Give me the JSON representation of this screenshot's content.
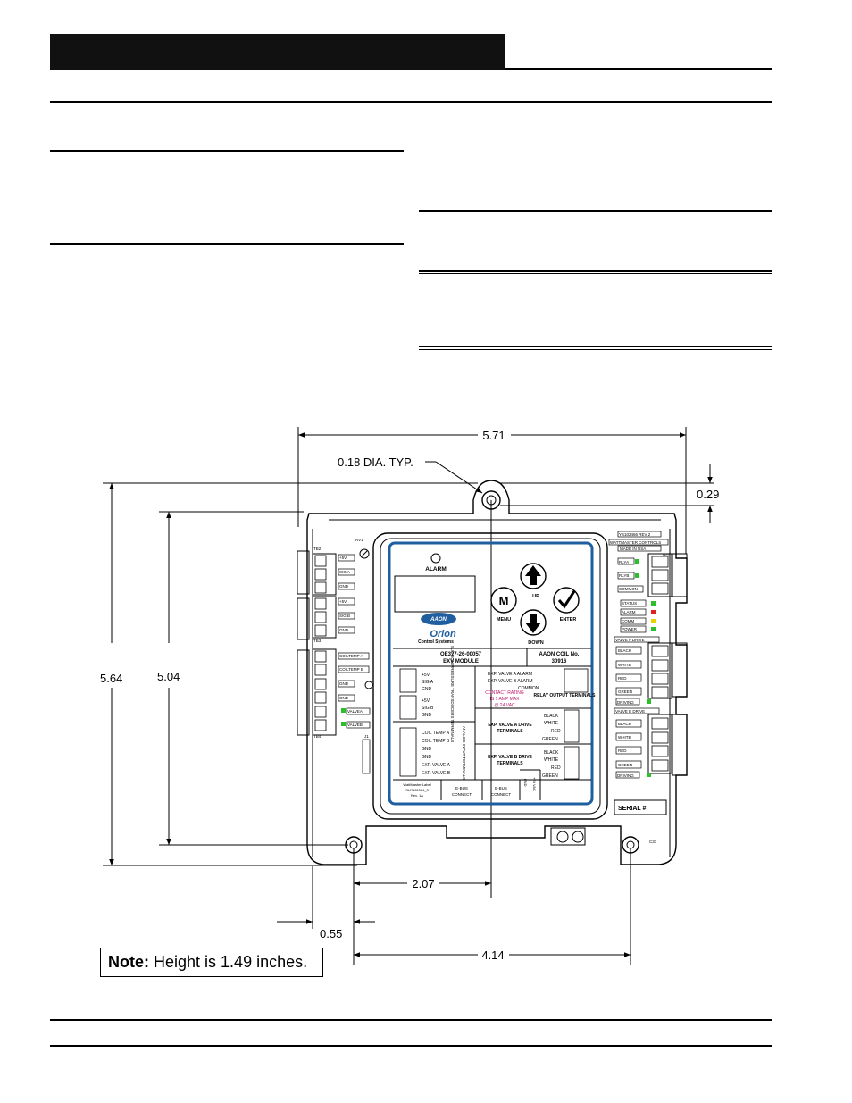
{
  "dimensions": {
    "width_total": "5.71",
    "hole_dia": "0.18 DIA. TYP.",
    "top_offset": "0.29",
    "height_total": "5.64",
    "height_inner": "5.04",
    "hole_to_center": "2.07",
    "left_offset": "0.55",
    "hole_spacing": "4.14"
  },
  "note": {
    "label": "Note:",
    "text": "Height is 1.49 inches."
  },
  "board": {
    "labels": {
      "tb2": "TB2",
      "tb3": "TB3",
      "tb4": "TB4",
      "tb1": "TB1",
      "rv1": "RV1",
      "j1": "J1",
      "c31": "C31",
      "plus5v_1": "+5V",
      "sig_a": "SIG A",
      "gnd_1": "GND",
      "plus5v_2": "+5V",
      "sig_b": "SIG B",
      "gnd_2": "GND",
      "coiltemp_a": "COILTEMP A",
      "coiltemp_b": "COILTEMP B",
      "gnd_3": "GND",
      "gnd_4": "GND",
      "valvea": "VALVEA",
      "valveb": "VALVEB",
      "ysb": "YS102466 REV 2",
      "wattmaster": "WATTMASTER CONTROLS",
      "made_usa": "MADE IN USA",
      "rlya": "RLYA",
      "rlyb": "RLYB",
      "common": "COMMON",
      "status": "STATUS",
      "alarm_led": "ALARM",
      "comm": "COMM",
      "power": "POWER",
      "valve_a_drive": "VALVE A DRIVE",
      "valve_b_drive": "VALVE B DRIVE",
      "black": "BLACK",
      "white": "WHITE",
      "red": "RED",
      "green": "GREEN",
      "driving": "DRIVING",
      "serial": "SERIAL #"
    },
    "panel": {
      "alarm": "ALARM",
      "menu": "MENU",
      "up": "UP",
      "enter": "ENTER",
      "down": "DOWN",
      "m_key": "M",
      "aaon": "AAON",
      "orion": "Orion",
      "control_systems": "Control Systems",
      "model": "OE377-26-00057",
      "module": "EXV MODULE",
      "aaon_coil": "AAON COIL No.",
      "coil_no": "30916",
      "suction": "SUCTION PRESSURE TRANSDUCERS TERMINALS",
      "analog": "ANALOG INPUT TERMINALS",
      "relay": "RELAY OUTPUT TERMINALS",
      "exv_a_alarm": "EXP. VALVE A ALARM",
      "exv_b_alarm": "EXP. VALVE B ALARM",
      "common": "COMMON",
      "contact1": "CONTACT RATING",
      "contact2": "IS 1 AMP MAX",
      "contact3": "@ 24 VAC",
      "exv_a_drive": "EXP. VALVE A DRIVE",
      "exv_b_drive": "EXP. VALVE B DRIVE",
      "terminals": "TERMINALS",
      "coil_temp_a": "COIL TEMP A",
      "coil_temp_b": "COIL TEMP B",
      "gnd": "GND",
      "exp_valve_a": "EXP. VALVE A",
      "exp_valve_b": "EXP. VALVE B",
      "plus5v": "+5V",
      "sig_a": "SIG A",
      "sig_b": "SIG B",
      "black": "BLACK",
      "white": "WHITE",
      "red": "RED",
      "green": "GREEN",
      "wm_label1": "WattMaster Label",
      "wm_label2": "SLR102084_3",
      "wm_label3": "Rev. 1A",
      "ebus": "E-BUS",
      "connect": "CONNECT",
      "gnd_v": "GND",
      "vac24": "+24 VAC"
    }
  },
  "colors": {
    "panel_blue": "#1f5fa0",
    "ink": "#000000",
    "led_green": "#2bbf2b",
    "led_yellow": "#e6d200",
    "led_red": "#d22",
    "contact_red": "#c0156a"
  }
}
